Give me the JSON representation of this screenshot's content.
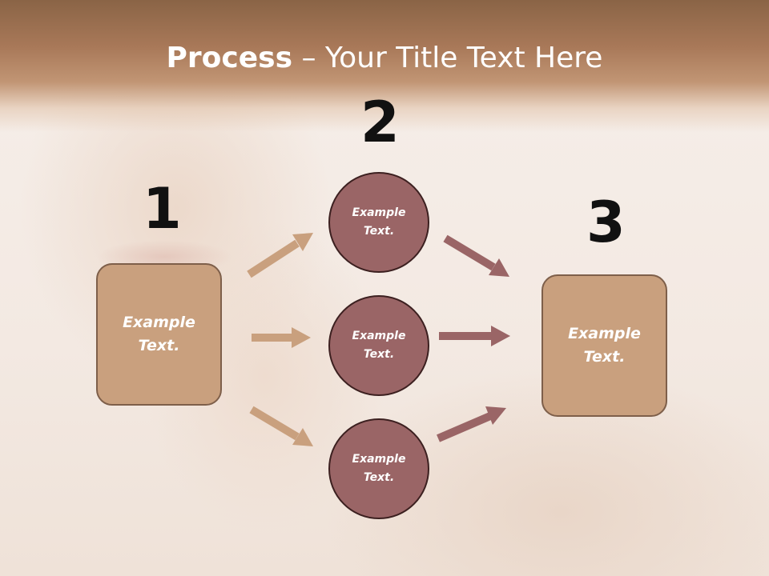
{
  "title": {
    "bold": "Process",
    "rest": " – Your Title Text Here"
  },
  "steps": {
    "one": {
      "number": "1",
      "text": "Example\nText."
    },
    "two": {
      "number": "2"
    },
    "three": {
      "number": "3",
      "text": "Example\nText."
    }
  },
  "circles": [
    {
      "text": "Example\nText."
    },
    {
      "text": "Example\nText."
    },
    {
      "text": "Example\nText."
    }
  ],
  "colors": {
    "box_fill": "#c9a07e",
    "circle_fill": "#9a6566",
    "arrow_left": "#c9a07e",
    "arrow_right": "#9a6566"
  }
}
